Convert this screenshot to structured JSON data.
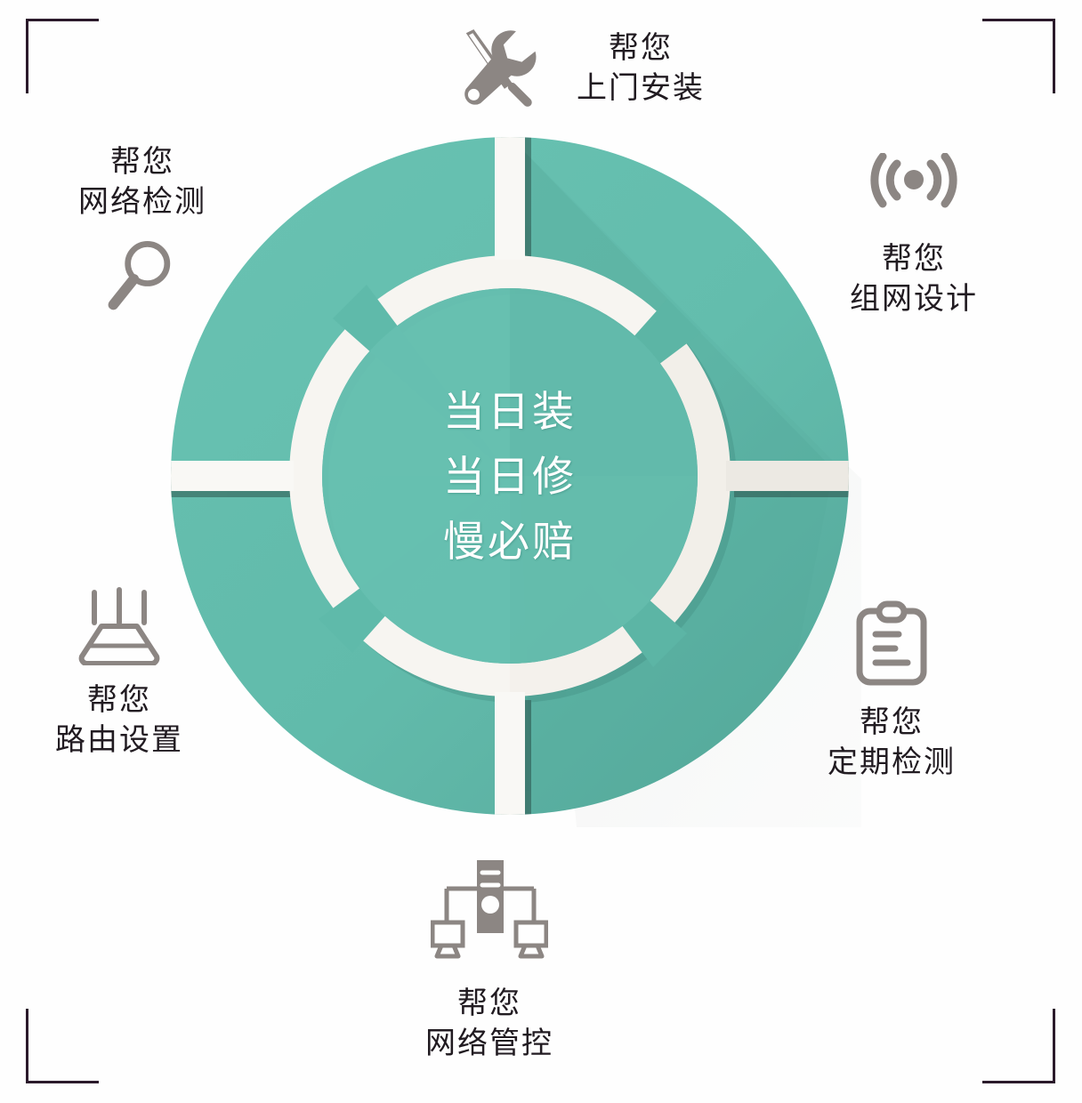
{
  "theme": {
    "teal": "#63bdad",
    "teal_shadow": "#56aa9c",
    "teal_dark": "#4f9e91",
    "ring_white": "#f4f1ec",
    "icon_gray": "#8c8683",
    "text_dark": "#211b21",
    "bracket": "#2b1a2b",
    "background": "#fefefe"
  },
  "center": {
    "lines": [
      "当日装",
      "当日修",
      "慢必赔"
    ]
  },
  "corner_brackets": [
    {
      "name": "top-left"
    },
    {
      "name": "top-right"
    },
    {
      "name": "bottom-left"
    },
    {
      "name": "bottom-right"
    }
  ],
  "services": [
    {
      "id": "install",
      "position": "top",
      "icon": "wrench-screwdriver-icon",
      "line1": "帮您",
      "line2": "上门安装"
    },
    {
      "id": "network-test",
      "position": "top-left",
      "icon": "magnifier-icon",
      "line1": "帮您",
      "line2": "网络检测"
    },
    {
      "id": "network-design",
      "position": "top-right",
      "icon": "wifi-signal-icon",
      "line1": "帮您",
      "line2": "组网设计"
    },
    {
      "id": "router-setup",
      "position": "bottom-left",
      "icon": "router-icon",
      "line1": "帮您",
      "line2": "路由设置"
    },
    {
      "id": "periodic-check",
      "position": "bottom-right",
      "icon": "clipboard-icon",
      "line1": "帮您",
      "line2": "定期检测"
    },
    {
      "id": "network-control",
      "position": "bottom",
      "icon": "server-network-icon",
      "line1": "帮您",
      "line2": "网络管控"
    }
  ]
}
